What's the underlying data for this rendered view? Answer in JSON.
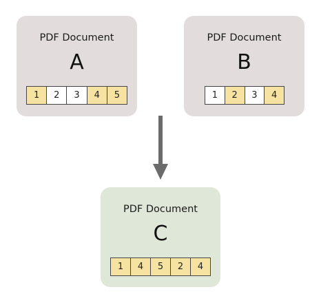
{
  "colors": {
    "source_doc_bg": "#e3dcdc",
    "result_doc_bg": "#dfe7d8",
    "page_highlight": "#f7e3a1",
    "page_plain": "#ffffff",
    "arrow": "#6b6b6b"
  },
  "documents": [
    {
      "title": "PDF Document",
      "letter": "A",
      "pages": [
        {
          "label": "1",
          "selected": true
        },
        {
          "label": "2",
          "selected": false
        },
        {
          "label": "3",
          "selected": false
        },
        {
          "label": "4",
          "selected": true
        },
        {
          "label": "5",
          "selected": true
        }
      ]
    },
    {
      "title": "PDF Document",
      "letter": "B",
      "pages": [
        {
          "label": "1",
          "selected": false
        },
        {
          "label": "2",
          "selected": true
        },
        {
          "label": "3",
          "selected": false
        },
        {
          "label": "4",
          "selected": true
        }
      ]
    },
    {
      "title": "PDF Document",
      "letter": "C",
      "pages": [
        {
          "label": "1",
          "selected": true
        },
        {
          "label": "4",
          "selected": true
        },
        {
          "label": "5",
          "selected": true
        },
        {
          "label": "2",
          "selected": true
        },
        {
          "label": "4",
          "selected": true
        }
      ]
    }
  ]
}
